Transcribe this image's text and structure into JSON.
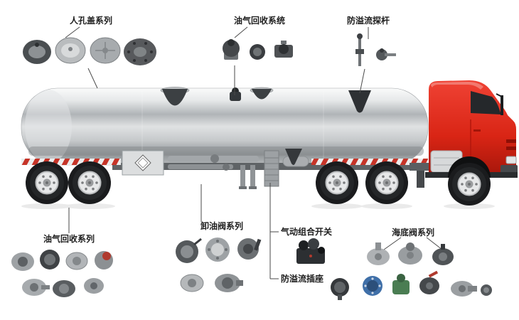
{
  "groups": {
    "manhole": {
      "label": "人孔盖系列"
    },
    "vapor_recovery_top": {
      "label": "油气回收系统"
    },
    "overflow_probe": {
      "label": "防溢流探杆"
    },
    "vapor_recovery_bottom": {
      "label": "油气回收系列"
    },
    "unloading_valve": {
      "label": "卸油阀系列"
    },
    "pneumatic_switch": {
      "label": "气动组合开关"
    },
    "overflow_socket": {
      "label": "防溢流插座"
    },
    "bottom_valve": {
      "label": "海底阀系列"
    }
  },
  "vehicle": {
    "type": "fuel-tanker-truck",
    "cab_color": "#d92515",
    "tank_color": "#c6c9cb"
  },
  "colors": {
    "leader_line": "#4a4a4a",
    "hazard_red": "#c63428",
    "flange_blue": "#3f6fa8",
    "valve_green": "#4a7d52",
    "handle_red": "#b03a2e"
  }
}
